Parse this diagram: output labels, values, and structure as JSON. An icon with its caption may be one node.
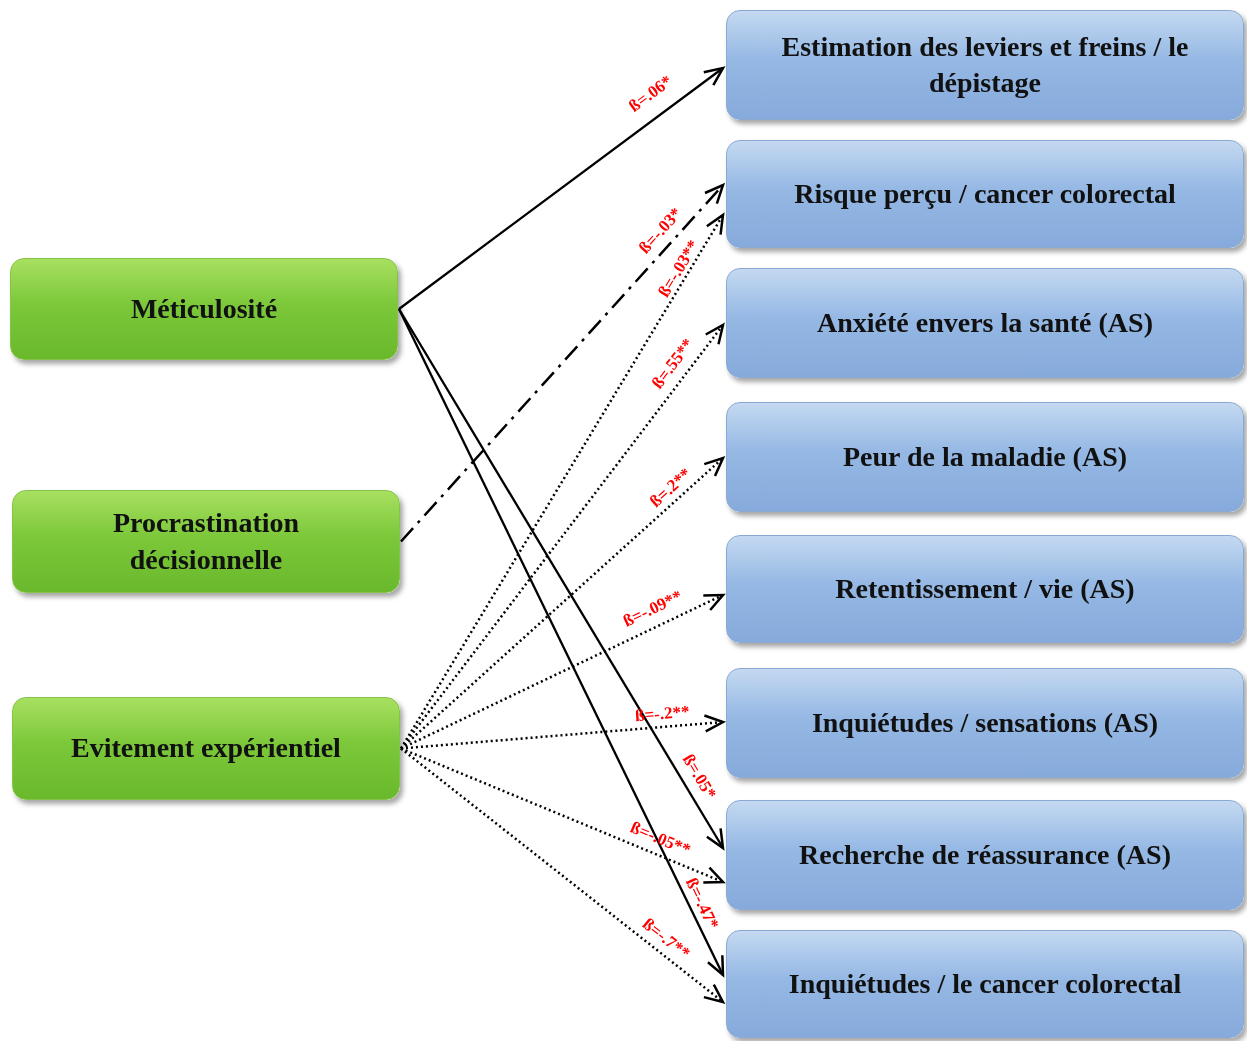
{
  "diagram": {
    "nodes": [
      {
        "text": [
          "Méticulosité"
        ]
      },
      {
        "text": [
          "Procrastination décisionnelle"
        ]
      },
      {
        "text": [
          "Evitement expérientiel"
        ]
      },
      {
        "text": [
          "Estimation des leviers et freins / le dépistage"
        ]
      },
      {
        "text": [
          "Risque perçu / cancer colorectal"
        ]
      },
      {
        "text": [
          "Anxiété envers la santé (AS)"
        ]
      },
      {
        "text": [
          "Peur de la maladie (AS)"
        ]
      },
      {
        "text": [
          "Retentissement / vie (AS)"
        ]
      },
      {
        "text": [
          "Inquiétudes / sensations (AS)"
        ]
      },
      {
        "text": [
          "Recherche de réassurance (AS)"
        ]
      },
      {
        "text": [
          "Inquiétudes / le cancer colorectal"
        ]
      }
    ],
    "edges": [
      {
        "from": 0,
        "to": 3,
        "arrow": "to",
        "label": "ß=.06*"
      },
      {
        "from": 1,
        "to": 4,
        "arrow": "to",
        "label": "ß=-.03*",
        "style": "dashed"
      },
      {
        "from": 2,
        "to": 4,
        "arrow": "to",
        "label": "ß=-.03**",
        "style": "dashed"
      },
      {
        "from": 2,
        "to": 5,
        "arrow": "to",
        "label": "ß=.55**",
        "style": "dashed"
      },
      {
        "from": 2,
        "to": 6,
        "arrow": "to",
        "label": "ß=.2**",
        "style": "dashed"
      },
      {
        "from": 2,
        "to": 7,
        "arrow": "to",
        "label": "ß=-.09**",
        "style": "dashed"
      },
      {
        "from": 2,
        "to": 8,
        "arrow": "to",
        "label": "ß=-.2**",
        "style": "dashed"
      },
      {
        "from": 0,
        "to": 9,
        "arrow": "to",
        "label": "ß=.05*"
      },
      {
        "from": 2,
        "to": 9,
        "arrow": "to",
        "label": "ß=-.05**",
        "style": "dashed"
      },
      {
        "from": 0,
        "to": 10,
        "arrow": "to",
        "label": "ß=-.47*"
      },
      {
        "from": 2,
        "to": 10,
        "arrow": "to",
        "label": "ß=-.7**",
        "style": "dashed"
      }
    ]
  }
}
